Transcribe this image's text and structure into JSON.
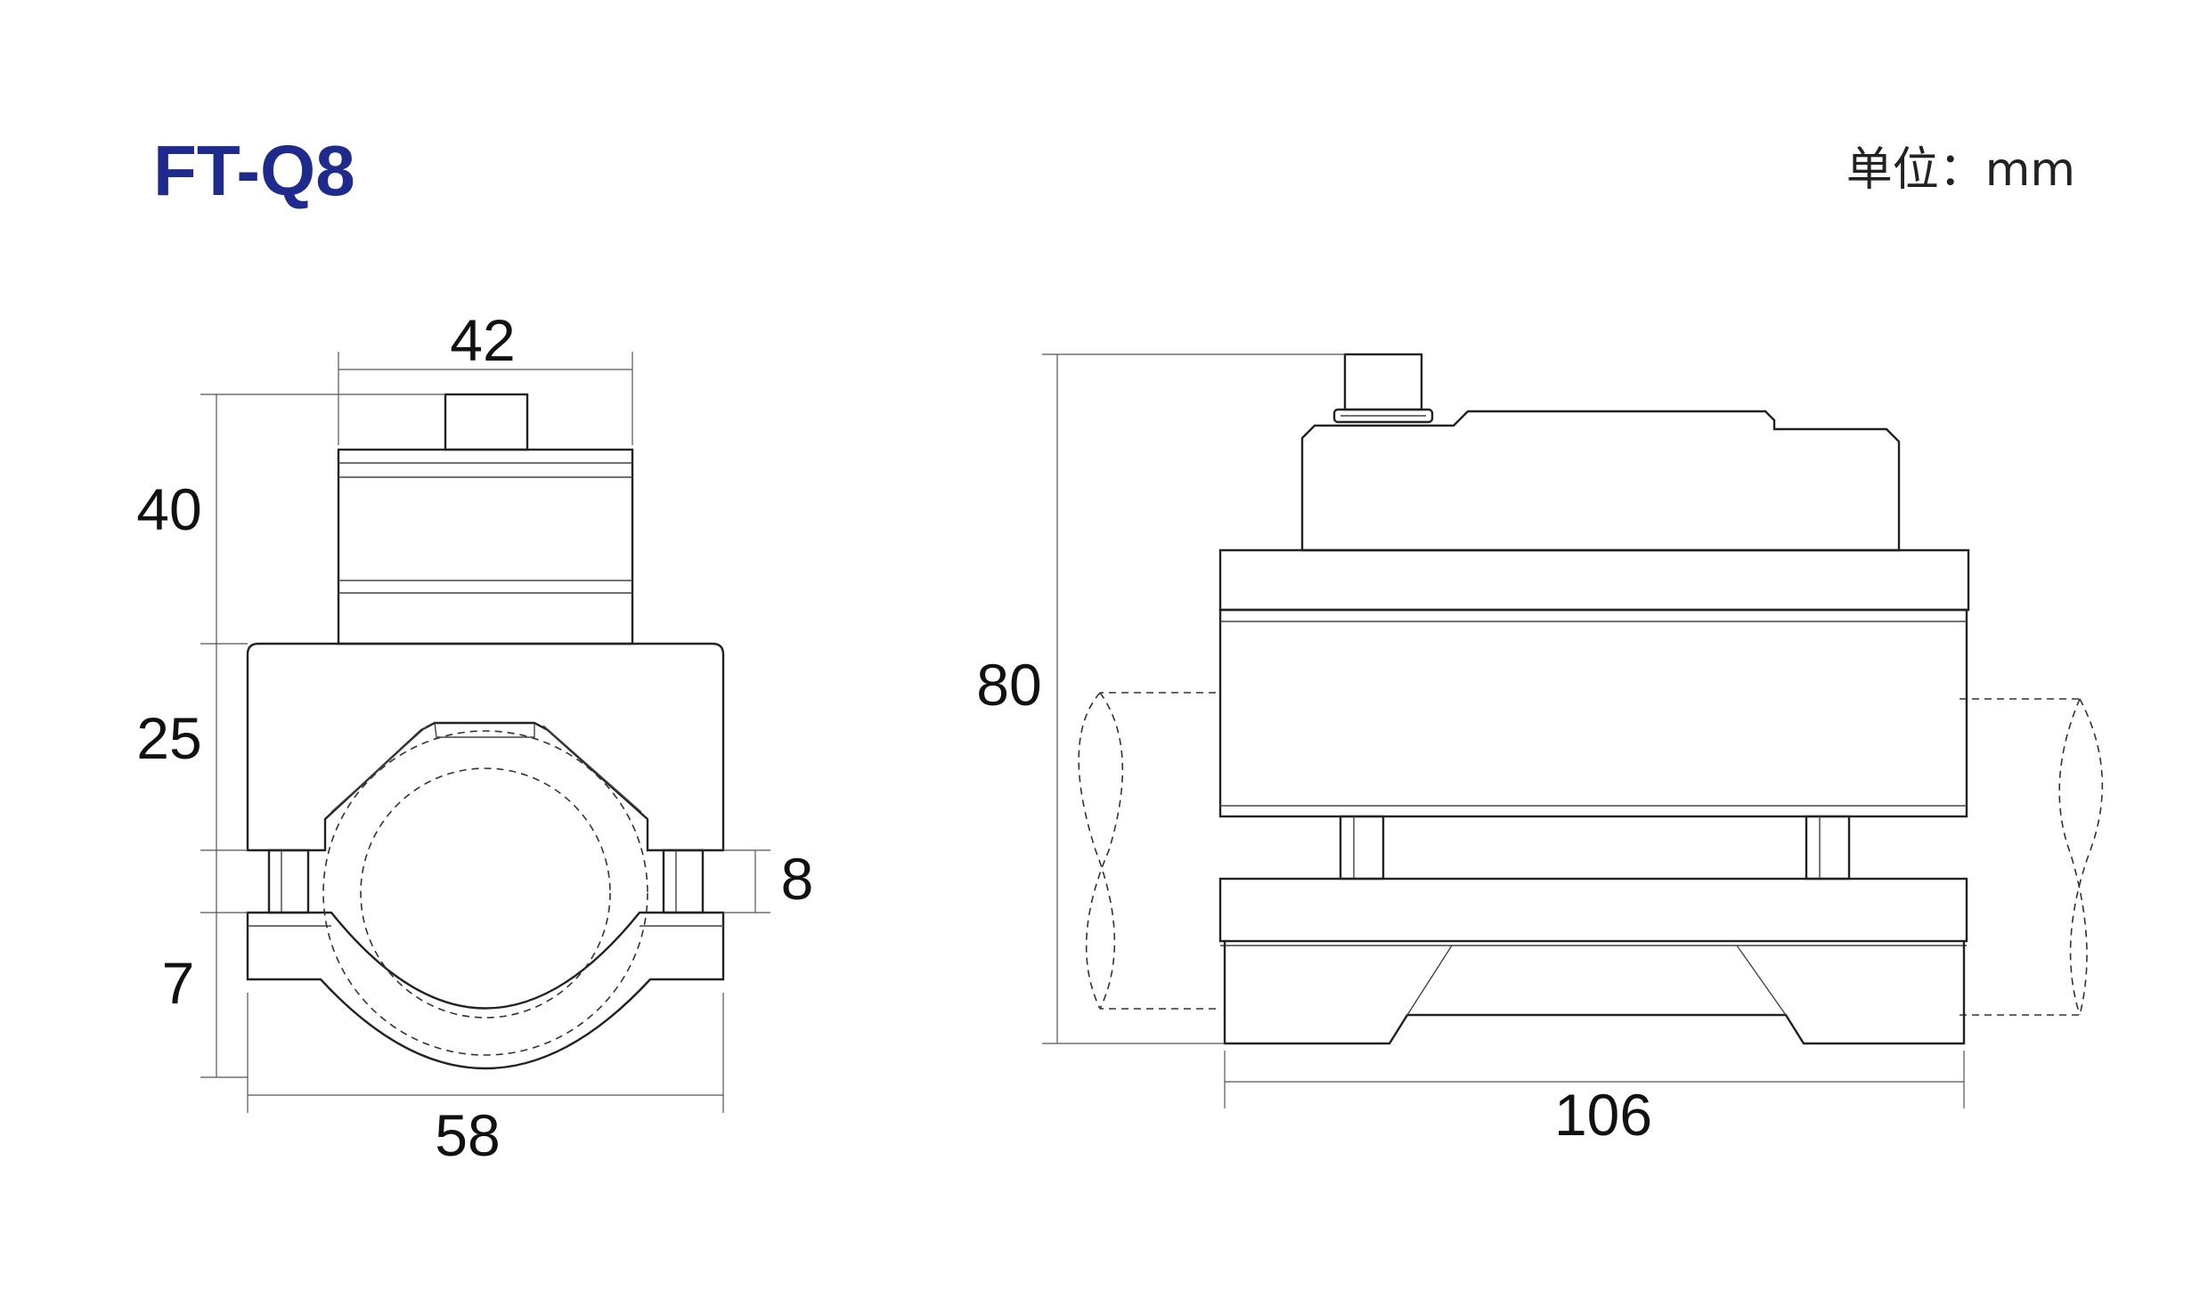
{
  "header": {
    "model": "FT-Q8",
    "unit_label": "单位：mm"
  },
  "dimensions": {
    "front_top_width": "42",
    "front_sensor_height": "40",
    "front_body_height": "25",
    "front_gap": "8",
    "front_bottom_height": "7",
    "front_total_width": "58",
    "side_total_height": "80",
    "side_total_length": "106"
  },
  "colors": {
    "title": "#1e2a8c",
    "lines": "#222222"
  }
}
